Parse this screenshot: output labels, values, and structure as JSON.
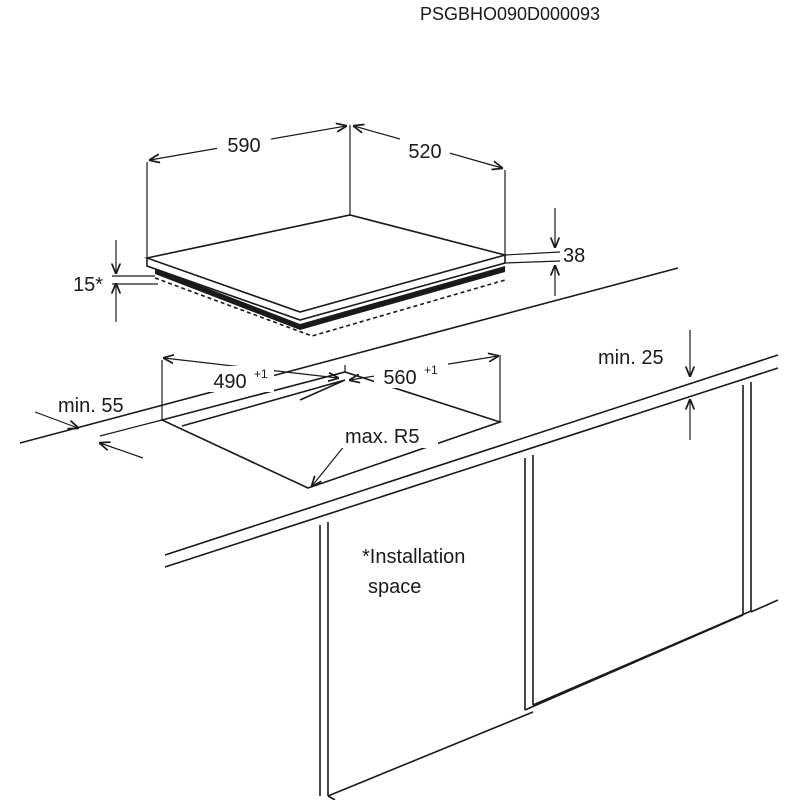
{
  "diagram": {
    "code": "PSGBHO090D000093",
    "dimensions": {
      "hob_width": "590",
      "hob_depth": "520",
      "hob_height": "38",
      "space_below": "15*",
      "cutout_width": "490",
      "cutout_width_tol": "+1",
      "cutout_depth": "560",
      "cutout_depth_tol": "+1",
      "min_front": "min. 55",
      "min_back": "min. 25",
      "corner_radius": "max. R5"
    },
    "note_line1": "*Installation",
    "note_line2": "space",
    "line_color": "#1a1a1a"
  }
}
